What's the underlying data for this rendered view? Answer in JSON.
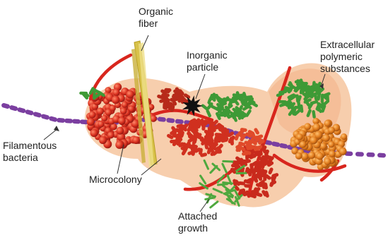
{
  "labels": {
    "organic_fiber": "Organic\nfiber",
    "inorganic_particle": "Inorganic\nparticle",
    "eps": "Extracellular\npolymeric\nsubstances",
    "filamentous_bacteria": "Filamentous\nbacteria",
    "microcolony": "Microcolony",
    "attached_growth": "Attached\ngrowth"
  },
  "colors": {
    "eps_fill": "#f6c9a4",
    "filament": "#7b3fa0",
    "cocci_red": "#cc2a1e",
    "rods_green": "#3e9a36",
    "rods_orange": "#e07b1c",
    "fiber": "#d8c24a",
    "strand": "#d8261d",
    "particle": "#111111"
  }
}
